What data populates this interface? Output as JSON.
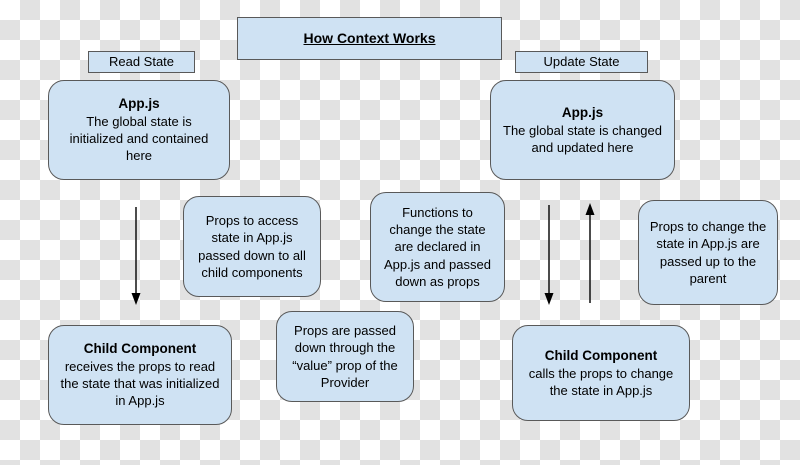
{
  "diagram_title": "How Context Works",
  "labels": {
    "read_state": "Read State",
    "update_state": "Update State"
  },
  "boxes": {
    "app_read": {
      "title": "App.js",
      "body": "The global state is initialized and contained here"
    },
    "app_update": {
      "title": "App.js",
      "body": "The global state is changed and updated here"
    },
    "props_access": {
      "body": "Props to access state in App.js passed down to all child components"
    },
    "functions_change": {
      "body": "Functions to change the state are declared in App.js and passed down as props"
    },
    "props_change": {
      "body": "Props to change the state in App.js are passed up to the parent"
    },
    "child_read": {
      "title": "Child Component",
      "body": "receives the props to read the state that was initialized in App.js"
    },
    "provider_value": {
      "body": "Props are passed down through the “value” prop of the Provider"
    },
    "child_update": {
      "title": "Child Component",
      "body": "calls the props to change the state in App.js"
    }
  },
  "colors": {
    "box_fill": "#cfe2f3",
    "box_border": "#595959",
    "arrow": "#000000",
    "checker_gray": "#e2e2e2"
  }
}
